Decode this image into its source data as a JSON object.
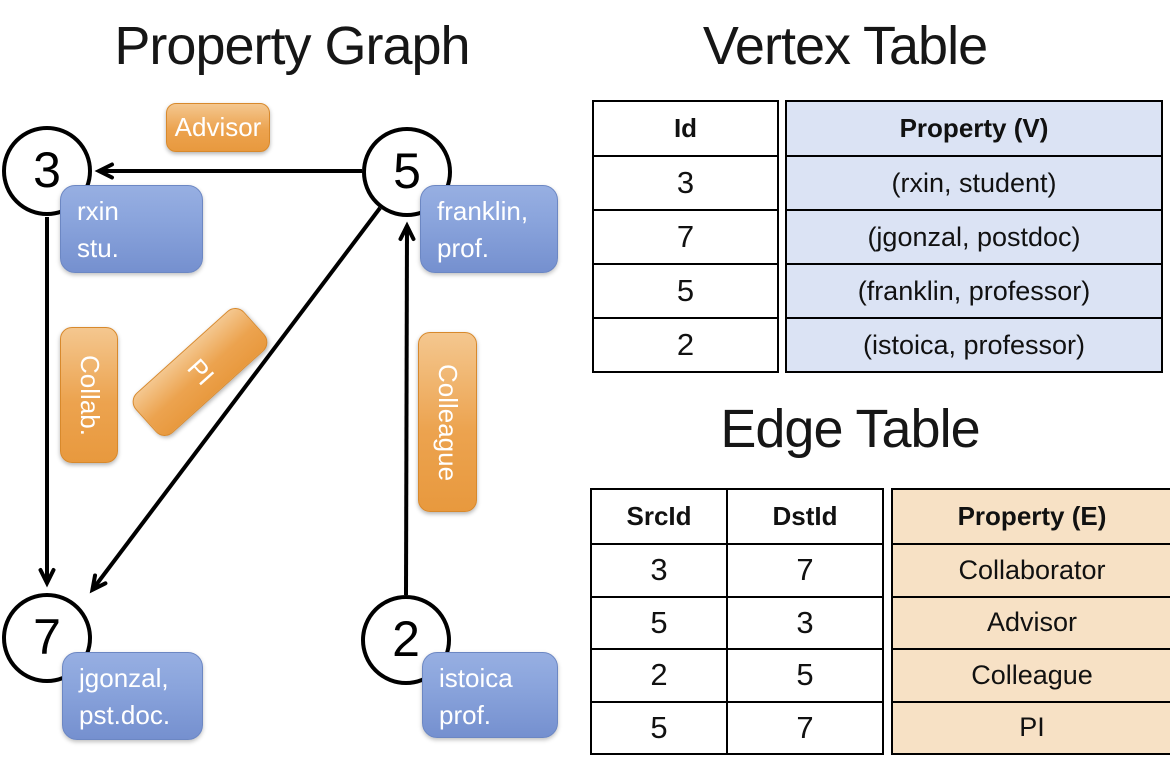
{
  "graph": {
    "title": "Property Graph",
    "nodes": [
      {
        "id": "3",
        "prop_line1": "rxin",
        "prop_line2": "stu."
      },
      {
        "id": "5",
        "prop_line1": "franklin,",
        "prop_line2": "prof."
      },
      {
        "id": "7",
        "prop_line1": "jgonzal,",
        "prop_line2": "pst.doc."
      },
      {
        "id": "2",
        "prop_line1": "istoica",
        "prop_line2": "prof."
      }
    ],
    "edge_labels": {
      "advisor": "Advisor",
      "collab": "Collab.",
      "pi": "PI",
      "colleague": "Colleague"
    },
    "edges": [
      {
        "from": "5",
        "to": "3",
        "label": "Advisor"
      },
      {
        "from": "3",
        "to": "7",
        "label": "Collab."
      },
      {
        "from": "5",
        "to": "7",
        "label": "PI"
      },
      {
        "from": "2",
        "to": "5",
        "label": "Colleague"
      }
    ]
  },
  "vertex_table": {
    "title": "Vertex Table",
    "headers": [
      "Id",
      "Property (V)"
    ],
    "rows": [
      [
        "3",
        "(rxin, student)"
      ],
      [
        "7",
        "(jgonzal, postdoc)"
      ],
      [
        "5",
        "(franklin, professor)"
      ],
      [
        "2",
        "(istoica, professor)"
      ]
    ]
  },
  "edge_table": {
    "title": "Edge Table",
    "headers": [
      "SrcId",
      "DstId",
      "Property (E)"
    ],
    "rows": [
      [
        "3",
        "7",
        "Collaborator"
      ],
      [
        "5",
        "3",
        "Advisor"
      ],
      [
        "2",
        "5",
        "Colleague"
      ],
      [
        "5",
        "7",
        "PI"
      ]
    ]
  },
  "colors": {
    "edge_label_fill_top": "#F4C78F",
    "edge_label_fill_bottom": "#E8993E",
    "vertex_box_fill_top": "#97AFE2",
    "vertex_box_fill_bottom": "#7590CF",
    "vertex_table_property_fill": "#DBE3F4",
    "edge_table_property_fill": "#F7E1C5",
    "line_color": "#000000",
    "background": "#FFFFFF"
  }
}
